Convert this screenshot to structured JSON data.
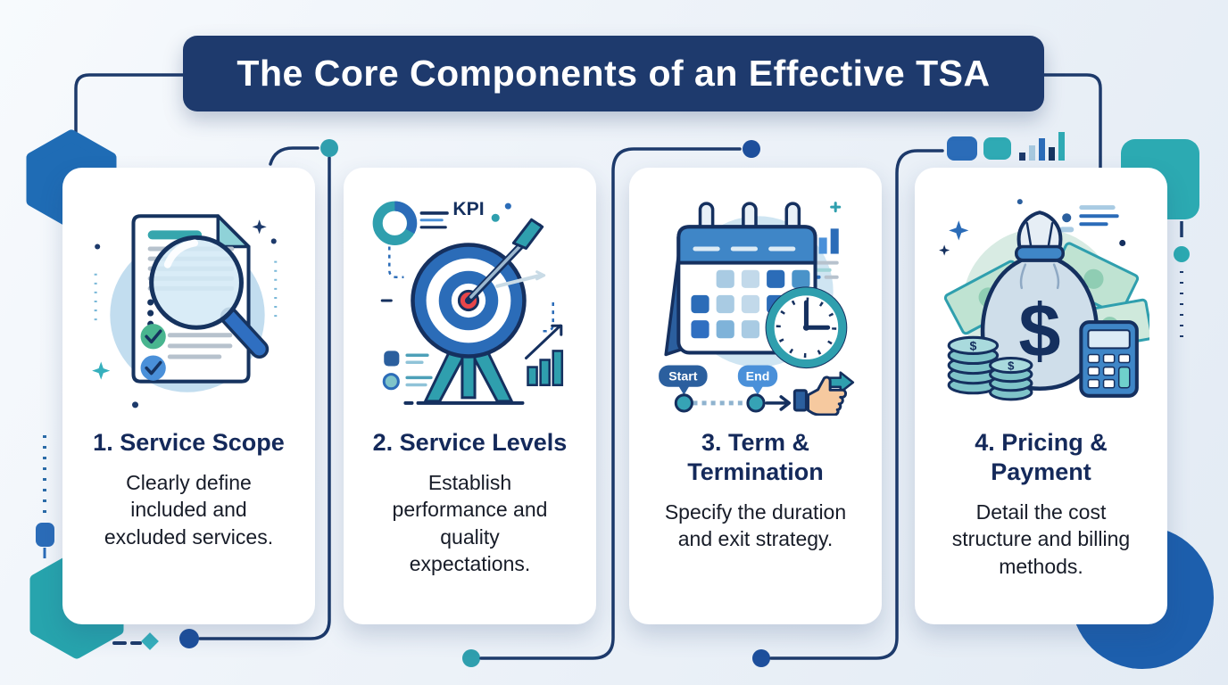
{
  "title": {
    "text": "The Core Components of an Effective TSA"
  },
  "cards": [
    {
      "id": "service-scope",
      "title": "1. Service Scope",
      "description": "Clearly define included and excluded services.",
      "icon": "document-magnifier-icon"
    },
    {
      "id": "service-levels",
      "title": "2. Service Levels",
      "description": "Establish performance and quality expectations.",
      "icon": "target-arrow-icon",
      "kpi_label": "KPI"
    },
    {
      "id": "term-termination",
      "title": "3. Term & Termination",
      "description": "Specify the duration and exit strategy.",
      "icon": "calendar-clock-icon",
      "start_label": "Start",
      "end_label": "End"
    },
    {
      "id": "pricing-payment",
      "title": "4. Pricing & Payment",
      "description": "Detail the cost structure and billing methods.",
      "icon": "money-bag-icon",
      "currency_symbol": "$"
    }
  ],
  "colors": {
    "navy": "#1e3a6d",
    "blue": "#2b6cb8",
    "teal": "#2f9fae",
    "light_blue": "#c2ddef",
    "red": "#e8464a",
    "background": "#edf2f8"
  }
}
